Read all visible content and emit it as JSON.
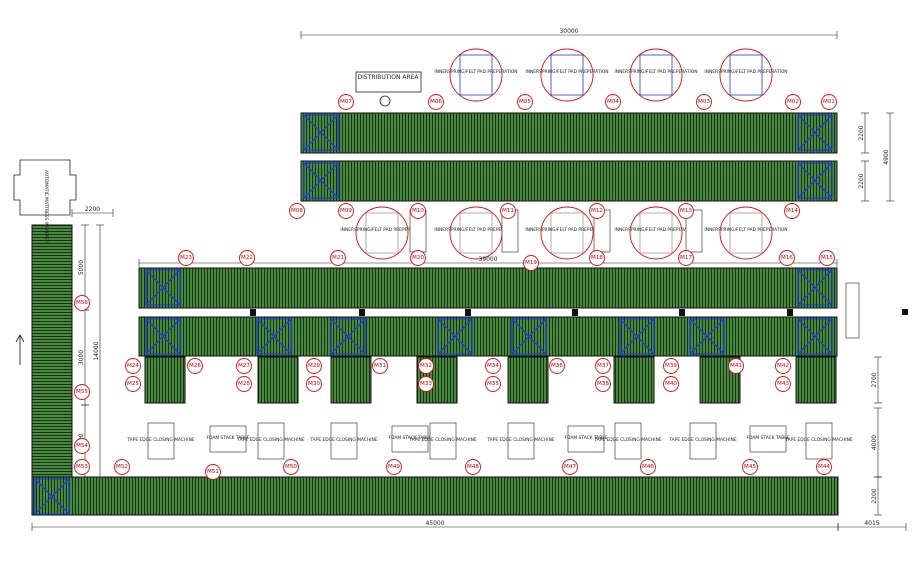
{
  "labels": {
    "distribution_area": "DISTRIBUTION AREA",
    "pad_prep": "INNERSPRING/FELT PAD PREPERATION",
    "tape_edge": "TAPE EDGE CLOSING MACHINE",
    "foam_stack": "FOAM STACK TABLE",
    "wrapper": "AUTOMATIC MATTRESS WRAPPER"
  },
  "dimensions": {
    "d30000": "30000",
    "d39000": "39000",
    "d45000": "45000",
    "d2200": "2200",
    "d4900": "4900",
    "d2700": "2700",
    "d4000": "4000",
    "d4015": "4015",
    "d5000": "5000",
    "d3000": "3000",
    "d14000": "14000"
  },
  "machines": [
    "M01",
    "M02",
    "M03",
    "M04",
    "M05",
    "M06",
    "M07",
    "M08",
    "M09",
    "M10",
    "M11",
    "M12",
    "M13",
    "M14",
    "M15",
    "M16",
    "M17",
    "M18",
    "M19",
    "M20",
    "M21",
    "M22",
    "M23",
    "M24",
    "M25",
    "M26",
    "M27",
    "M28",
    "M29",
    "M30",
    "M31",
    "M32",
    "M33",
    "M34",
    "M35",
    "M36",
    "M37",
    "M38",
    "M39",
    "M40",
    "M41",
    "M42",
    "M43",
    "M44",
    "M45",
    "M46",
    "M47",
    "M48",
    "M49",
    "M50",
    "M51",
    "M52",
    "M53",
    "M54",
    "M55",
    "M56"
  ],
  "colors": {
    "conveyor": "#3e7a34",
    "marker": "#cc0000",
    "pallet": "#1a3fd0"
  }
}
